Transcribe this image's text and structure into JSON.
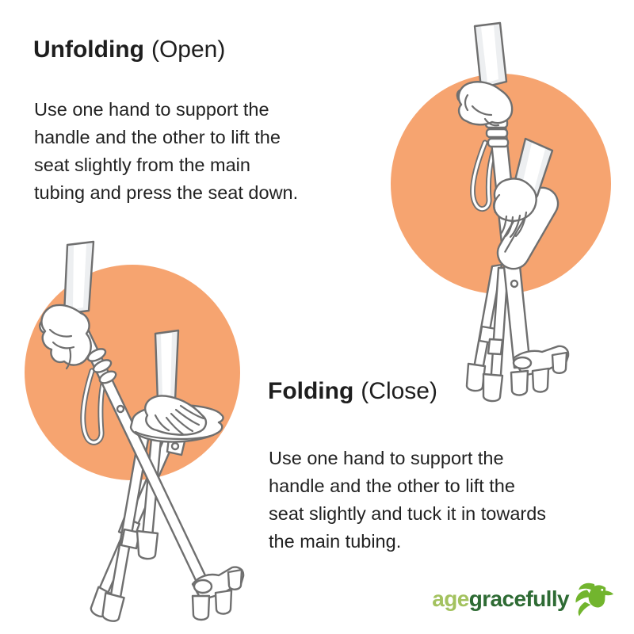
{
  "colors": {
    "background": "#ffffff",
    "accent_circle": "#F6A470",
    "heading_text": "#1e1e1e",
    "body_text": "#222222",
    "line_art_outline": "#6f6f6f",
    "logo_age_green": "#A3C25F",
    "logo_gracefully_green": "#2E6B34",
    "logo_bird_green": "#72B52E"
  },
  "unfolding": {
    "heading_bold": "Unfolding",
    "heading_rest": "(Open)",
    "lines": [
      "Use one hand to support the",
      "handle and the other to lift the",
      "seat slightly from the main",
      "tubing and press the seat down."
    ]
  },
  "folding": {
    "heading_bold": "Folding",
    "heading_rest": "(Close)",
    "lines": [
      "Use one hand to support the",
      "handle and the other to lift the",
      "seat slightly and tuck it in towards",
      "the main tubing."
    ]
  },
  "logo": {
    "word_light": "age",
    "word_dark": "gracefully",
    "icon": "hummingbird-icon"
  }
}
